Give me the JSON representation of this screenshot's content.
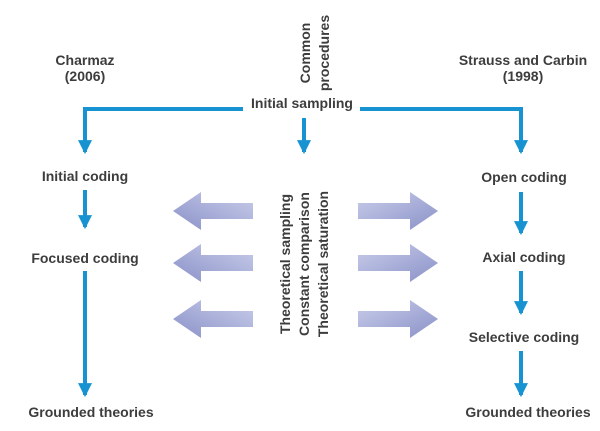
{
  "diagram": {
    "colors": {
      "flow_arrow": "#1793d1",
      "text": "#3d3d3e",
      "block_arrow_light": "#c9cdea",
      "block_arrow_dark": "#8a92c8",
      "background": "#ffffff"
    },
    "left_column": {
      "header_line1": "Charmaz",
      "header_line2": "(2006)",
      "steps": [
        "Initial coding",
        "Focused coding",
        "Grounded theories"
      ]
    },
    "center_column": {
      "header_line1": "Common",
      "header_line2": "procedures",
      "start_label": "Initial sampling",
      "procedures": [
        "Theoretical sampling",
        "Constant comparison",
        "Theoretical saturation"
      ]
    },
    "right_column": {
      "header_line1": "Strauss and Carbin",
      "header_line2": "(1998)",
      "steps": [
        "Open coding",
        "Axial coding",
        "Selective coding",
        "Grounded theories"
      ]
    }
  }
}
